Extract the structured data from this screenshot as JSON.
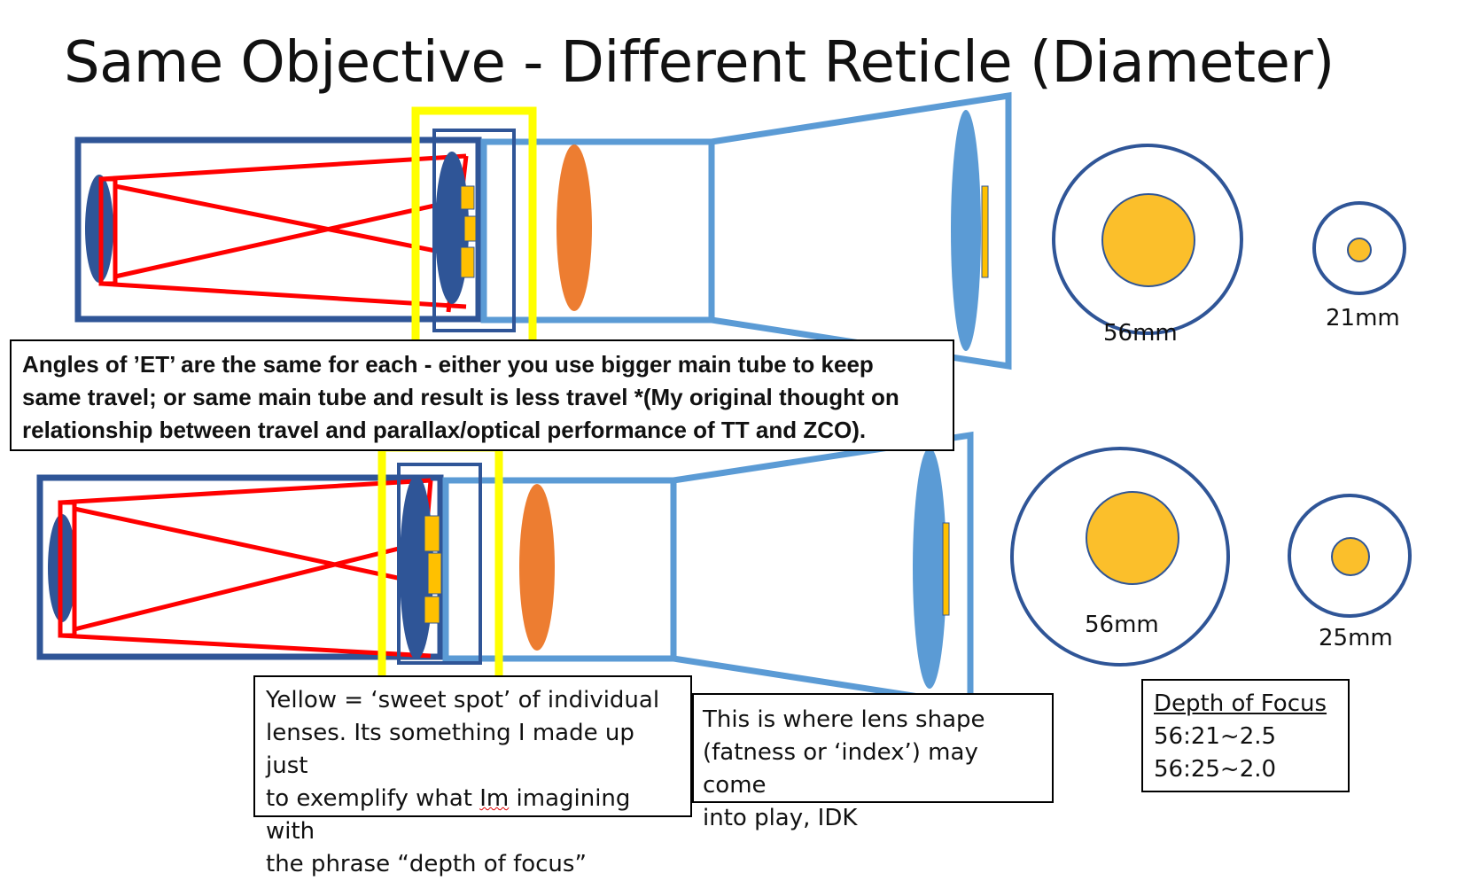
{
  "slide": {
    "title": "Same Objective - Different Reticle (Diameter)"
  },
  "top_diagram": {
    "large_circle_label": "56mm",
    "small_circle_label": "21mm"
  },
  "bottom_diagram": {
    "large_circle_label": "56mm",
    "small_circle_label": "25mm"
  },
  "notes": {
    "angles": {
      "line1": "Angles of ’ET’ are the same for each - either you use bigger main tube to keep",
      "line2": "same travel; or same main tube and result is less travel *(My original thought on",
      "line3": "relationship between travel and parallax/optical performance of TT and ZCO)."
    },
    "yellow": {
      "line1": "Yellow = ‘sweet spot’ of individual",
      "line2": "lenses. Its something I made up just",
      "line3_pre": "to exemplify what ",
      "line3_word": "Im",
      "line3_post": " imagining with",
      "line4": "the phrase “depth of focus”"
    },
    "lens_shape": {
      "line1": "This is where lens shape",
      "line2": "(fatness or ‘index’) may come",
      "line3": "into play, IDK"
    },
    "depth_of_focus": {
      "heading": "Depth of Focus",
      "row1": "56:21~2.5",
      "row2": "56:25~2.0"
    }
  },
  "colors": {
    "dark_blue": "#2f5597",
    "light_blue": "#5b9bd5",
    "red": "#ff0000",
    "yellow": "#ffff00",
    "orange": "#ed7d31",
    "gold": "#ffc000"
  }
}
